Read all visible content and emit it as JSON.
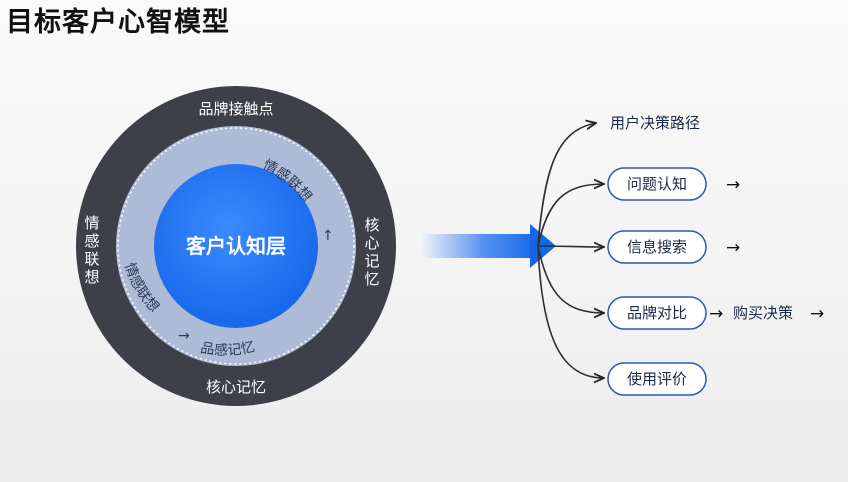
{
  "title": "目标客户心智模型",
  "circle": {
    "outer_top": "品牌接触点",
    "outer_bottom": "核心记忆",
    "outer_left": [
      "情",
      "感",
      "联",
      "想"
    ],
    "outer_right": [
      "核",
      "心",
      "记",
      "忆"
    ],
    "inner_top_right": "情感联想",
    "inner_left": "情感联想",
    "inner_bottom": "品感记忆",
    "core": "客户认知层"
  },
  "path": {
    "heading": "用户决策路径",
    "nodes": [
      "问题认知",
      "信息搜索",
      "品牌对比",
      "使用评价"
    ],
    "purchase": "购买决策",
    "arrow_glyph": "→"
  },
  "colors": {
    "outer_ring": "#3d4049",
    "middle_ring": "#aebbd6",
    "core": "#1f72f0",
    "accent": "#1e6ff0",
    "node_border": "#2a5bb0"
  }
}
